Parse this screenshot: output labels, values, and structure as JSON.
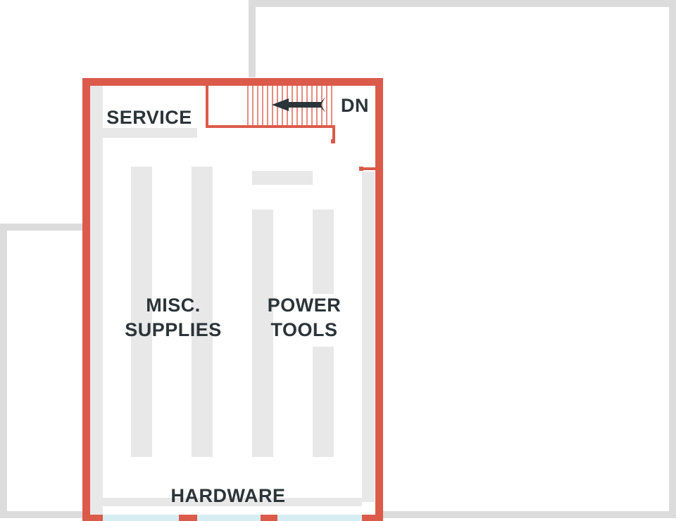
{
  "floor_plan": {
    "zones": [
      {
        "id": "service",
        "label": "SERVICE"
      },
      {
        "id": "misc-supplies",
        "label_line1": "MISC.",
        "label_line2": "SUPPLIES"
      },
      {
        "id": "power-tools",
        "label_line1": "POWER",
        "label_line2": "TOOLS"
      },
      {
        "id": "hardware",
        "label": "HARDWARE"
      }
    ],
    "stairs": {
      "direction_label": "DN",
      "arrow_direction": "left"
    }
  },
  "colors": {
    "highlight_wall": "#dc5a4a",
    "neighbor_wall": "#dcdcdc",
    "shelf": "#e6e6e6",
    "label_text": "#2b3438",
    "arrow": "#2b3438",
    "glass": "#d6eef3"
  },
  "icons": {
    "stairs_arrow": "arrow-left-icon"
  }
}
